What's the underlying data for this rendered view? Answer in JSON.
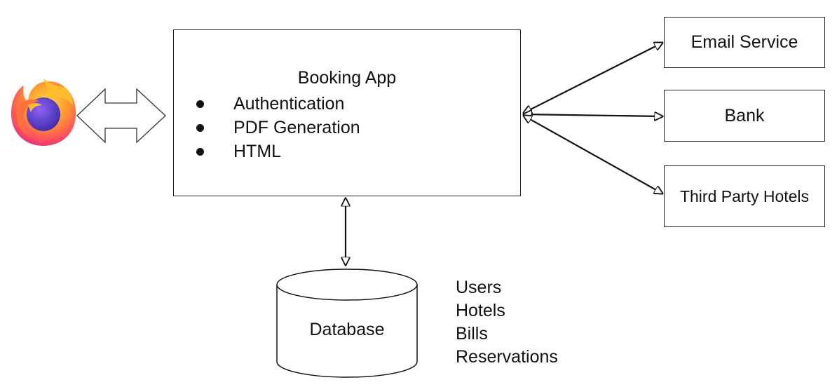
{
  "diagram": {
    "app": {
      "title": "Booking App",
      "features": [
        "Authentication",
        "PDF Generation",
        "HTML"
      ]
    },
    "services": {
      "email": "Email Service",
      "bank": "Bank",
      "hotels": "Third Party Hotels"
    },
    "database": {
      "label": "Database",
      "tables": [
        "Users",
        "Hotels",
        "Bills",
        "Reservations"
      ]
    },
    "icons": {
      "client": "firefox-browser-icon"
    },
    "colors": {
      "stroke": "#222222",
      "firefox_orange": "#FF7139",
      "firefox_yellow": "#FFBD2E",
      "firefox_purple": "#5B3DC8"
    }
  }
}
